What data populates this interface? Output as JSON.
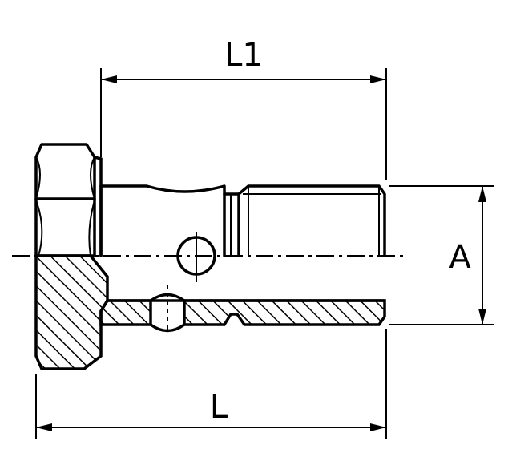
{
  "drawing": {
    "dimensions": {
      "shank_length_label": "L1",
      "total_length_label": "L",
      "thread_diameter_label": "A"
    },
    "colors": {
      "line": "#000000",
      "background": "#ffffff"
    }
  }
}
